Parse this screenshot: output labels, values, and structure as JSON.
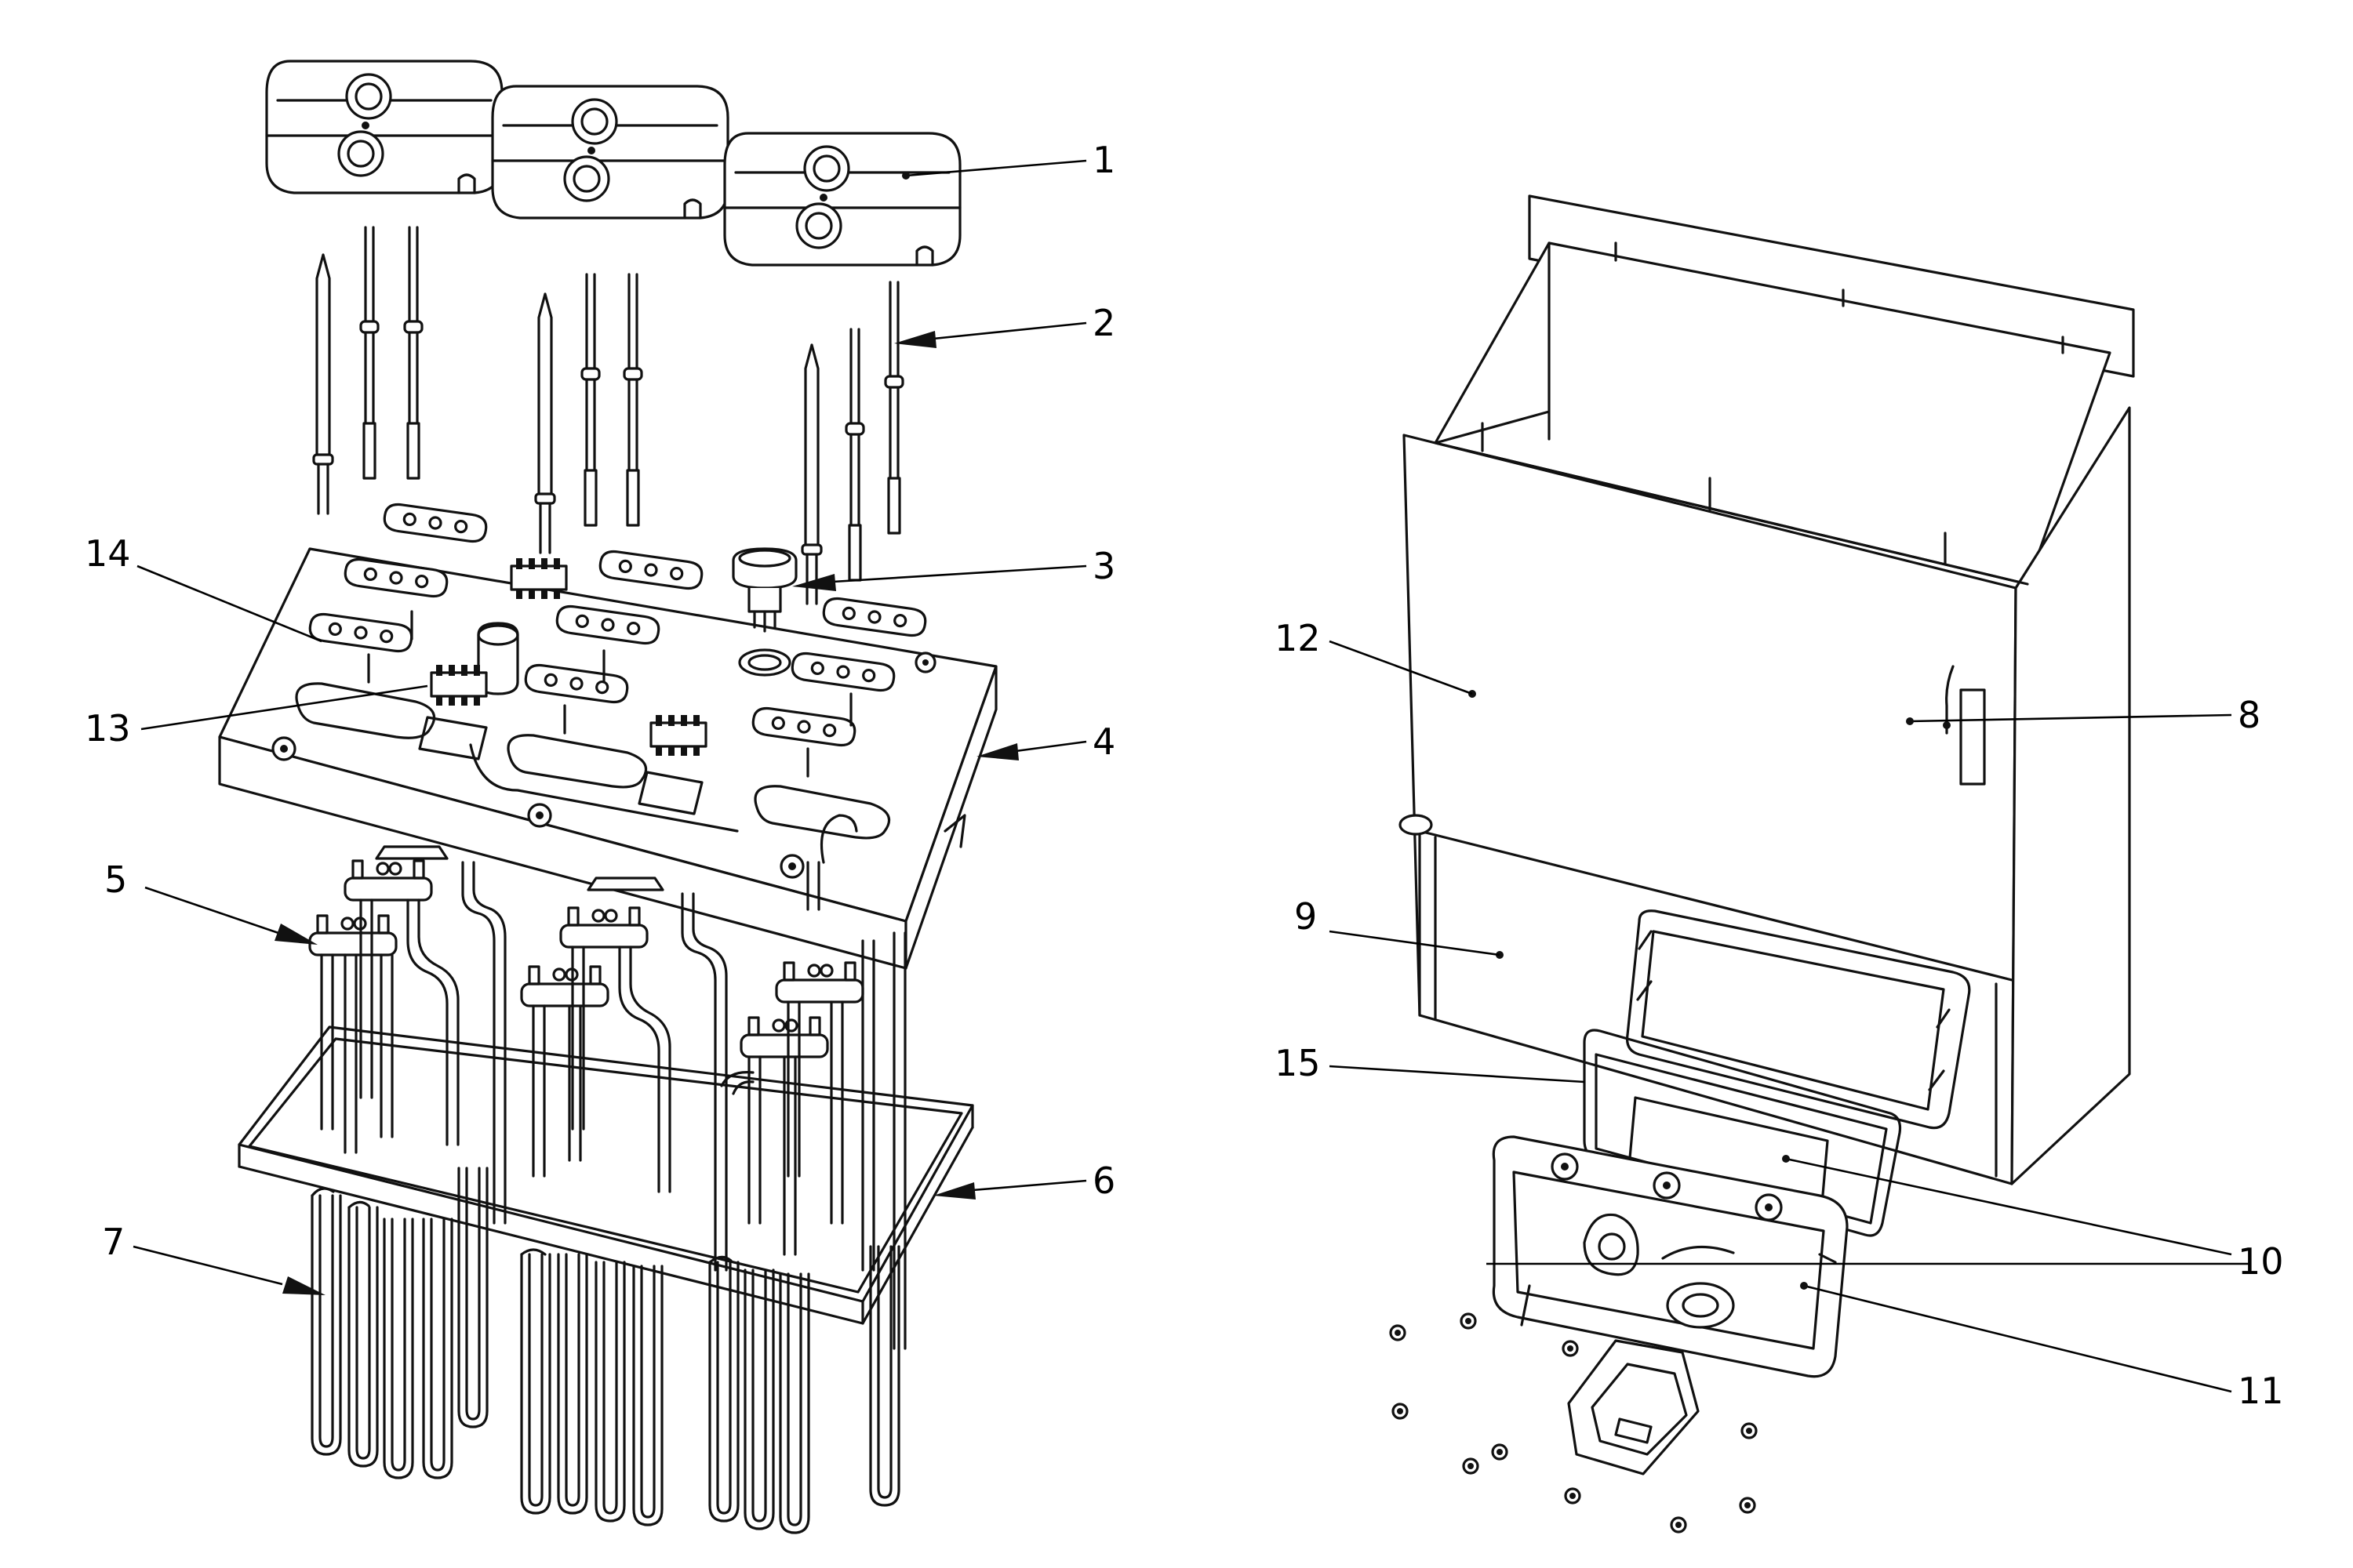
{
  "callouts": [
    {
      "num": "1"
    },
    {
      "num": "2"
    },
    {
      "num": "3"
    },
    {
      "num": "4"
    },
    {
      "num": "5"
    },
    {
      "num": "6"
    },
    {
      "num": "7"
    },
    {
      "num": "8"
    },
    {
      "num": "9"
    },
    {
      "num": "10"
    },
    {
      "num": "11"
    },
    {
      "num": "12"
    },
    {
      "num": "13"
    },
    {
      "num": "14"
    },
    {
      "num": "15"
    }
  ],
  "colors": {
    "line": "#111111",
    "background": "#ffffff"
  }
}
